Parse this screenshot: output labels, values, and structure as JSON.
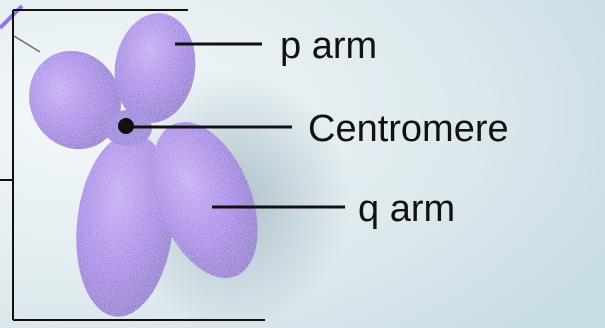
{
  "labels": {
    "p_arm": "p arm",
    "centromere": "Centromere",
    "q_arm": "q arm"
  },
  "colors": {
    "chromosome_fill": "#8a5ce0",
    "chromosome_dark": "#5f33b8",
    "chromosome_light": "#b69af2",
    "centromere_dot": "#111111",
    "leader_lines": "#111111",
    "background": "#e4eef1"
  }
}
